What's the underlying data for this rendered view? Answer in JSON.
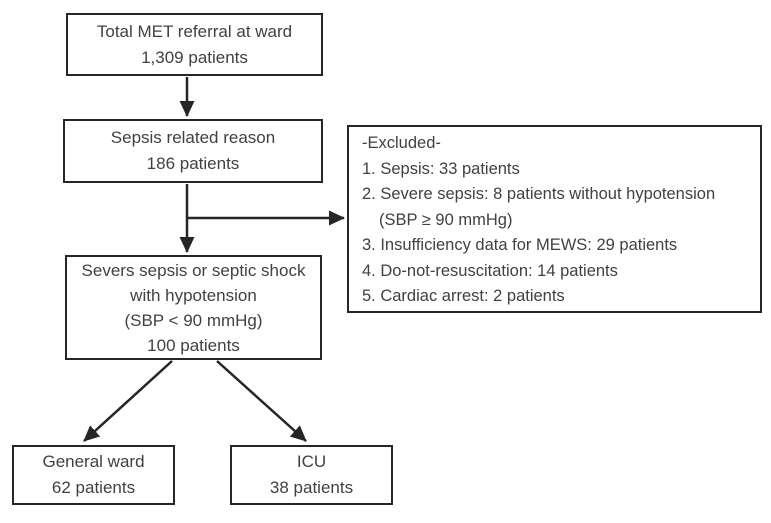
{
  "diagram": {
    "title": "MET sepsis referral patient flow",
    "nodes": {
      "total": {
        "lines": [
          "Total MET referral at ward",
          "1,309 patients"
        ]
      },
      "sepsis_reason": {
        "lines": [
          "Sepsis related reason",
          "186 patients"
        ]
      },
      "excluded": {
        "lines": [
          "-Excluded-",
          "1. Sepsis: 33 patients",
          "2. Severe sepsis: 8 patients without hypotension",
          "(SBP ≥ 90 mmHg)",
          "3. Insufficiency data for MEWS: 29 patients",
          "4. Do-not-resuscitation: 14 patients",
          "5. Cardiac arrest: 2 patients"
        ]
      },
      "severe_sepsis": {
        "lines": [
          "Severs sepsis or septic shock",
          "with hypotension",
          "(SBP < 90 mmHg)",
          "100 patients"
        ]
      },
      "general_ward": {
        "lines": [
          "General ward",
          "62 patients"
        ]
      },
      "icu": {
        "lines": [
          "ICU",
          "38 patients"
        ]
      }
    },
    "colors": {
      "line": "#262626",
      "text": "#414141",
      "background": "#ffffff"
    }
  }
}
